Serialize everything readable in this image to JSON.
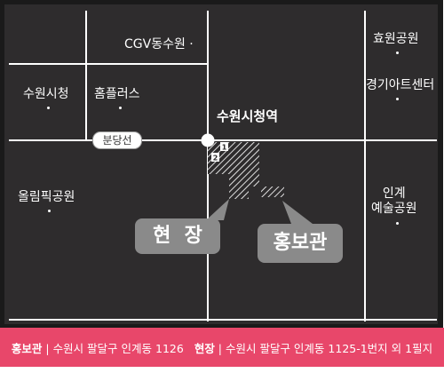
{
  "colors": {
    "frame": "#1a1a1a",
    "block": "#2e2c2d",
    "road": "#ffffff",
    "callout": "#8a8a8a",
    "footer": "#e8476a"
  },
  "places": {
    "cgv": "CGV동수원",
    "hyowon_park": "효원공원",
    "gyeonggi_art_center": "경기아트센터",
    "suwon_city_hall": "수원시청",
    "homeplus": "홈플러스",
    "suwon_city_hall_station": "수원시청역",
    "bundang_line": "분당선",
    "olympic_park": "올림픽공원",
    "ingye_arts_park": "인계\n예술공원"
  },
  "callouts": {
    "site": "현  장",
    "pr_hall": "홍보관"
  },
  "exits": {
    "exit1": "1",
    "exit2": "2"
  },
  "footer": {
    "pr_label": "홍보관",
    "pr_address": " | 수원시 팔달구 인계동 1126",
    "site_label": "현장",
    "site_address": " | 수원시 팔달구 인계동 1125-1번지 외 1필지"
  }
}
